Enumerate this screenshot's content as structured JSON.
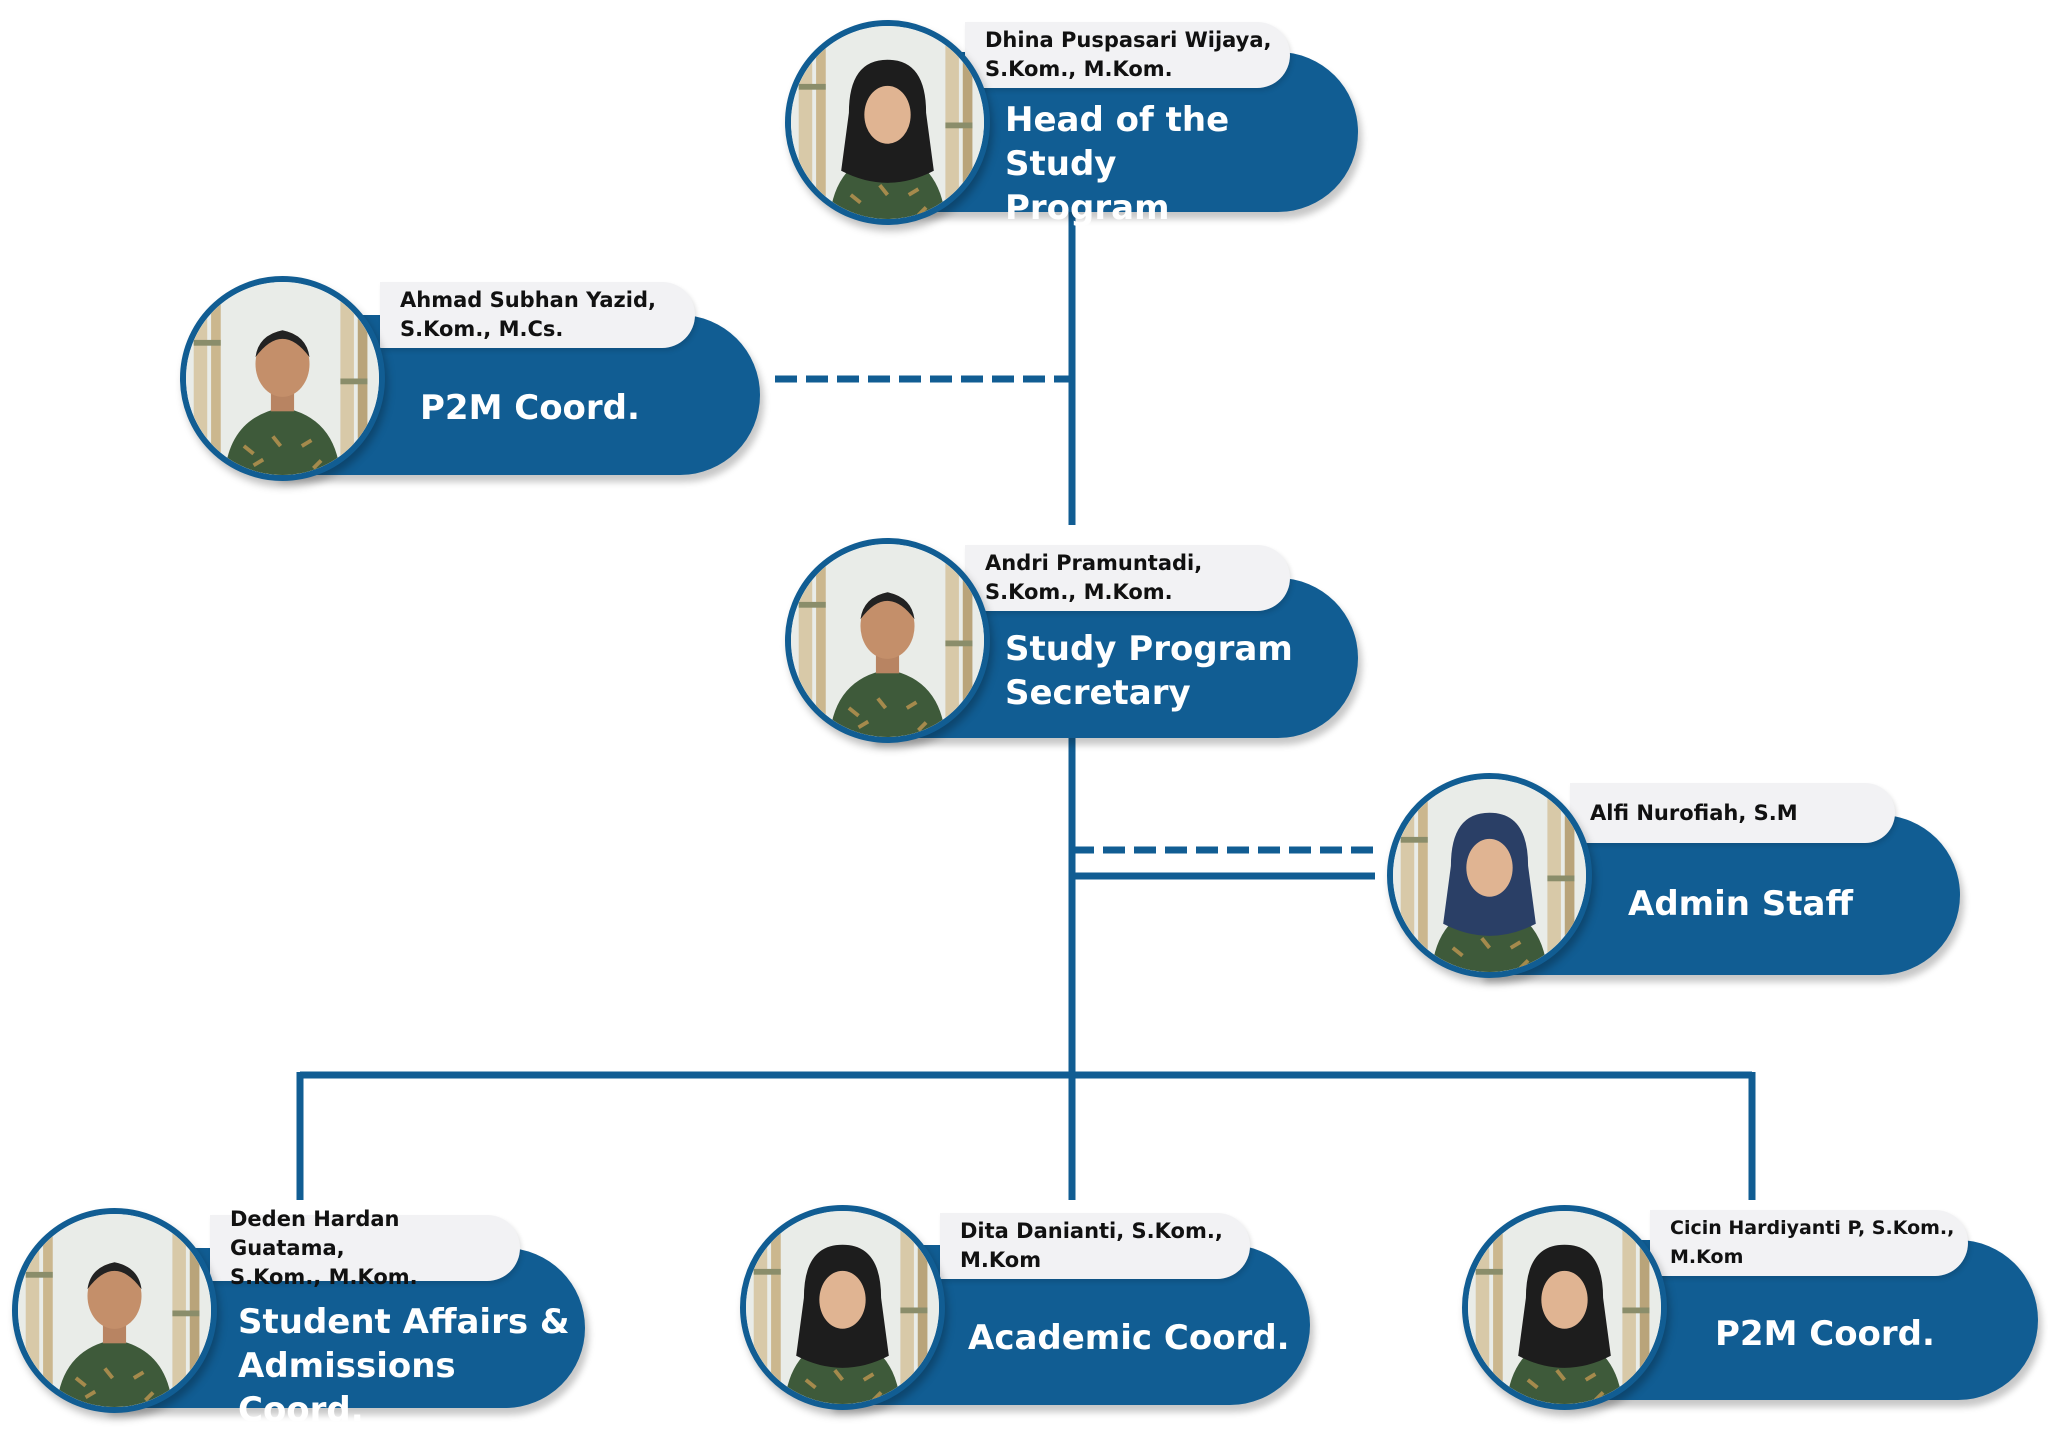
{
  "colors": {
    "primary": "#115d93",
    "name_tab": "#f2f2f4",
    "role_text": "#ffffff"
  },
  "nodes": [
    {
      "id": "head",
      "name": "Dhina Puspasari Wijaya,\nS.Kom., M.Kom.",
      "role": "Head of the Study\nProgram",
      "photo": "person-photo-woman-hijab-holding-book"
    },
    {
      "id": "p2m-top",
      "name": "Ahmad Subhan Yazid,\nS.Kom., M.Cs.",
      "role": "P2M Coord.",
      "photo": "person-photo-man-batik"
    },
    {
      "id": "secretary",
      "name": "Andri Pramuntadi,\nS.Kom., M.Kom.",
      "role": "Study Program\nSecretary",
      "photo": "person-photo-man-batik"
    },
    {
      "id": "admin",
      "name": "Alfi Nurofiah, S.M",
      "role": "Admin Staff",
      "photo": "person-photo-woman-hijab"
    },
    {
      "id": "student-affairs",
      "name": "Deden Hardan Guatama,\nS.Kom., M.Kom.",
      "role": "Student Affairs &\nAdmissions Coord.",
      "photo": "person-photo-man-smiling-batik"
    },
    {
      "id": "academic",
      "name": "Dita Danianti, S.Kom.,\nM.Kom",
      "role": "Academic Coord.",
      "photo": "person-photo-woman-hijab-holding-book"
    },
    {
      "id": "p2m-bottom",
      "name": "Cicin Hardiyanti P, S.Kom.,\nM.Kom",
      "role": "P2M Coord.",
      "photo": "person-photo-woman-hijab"
    }
  ]
}
